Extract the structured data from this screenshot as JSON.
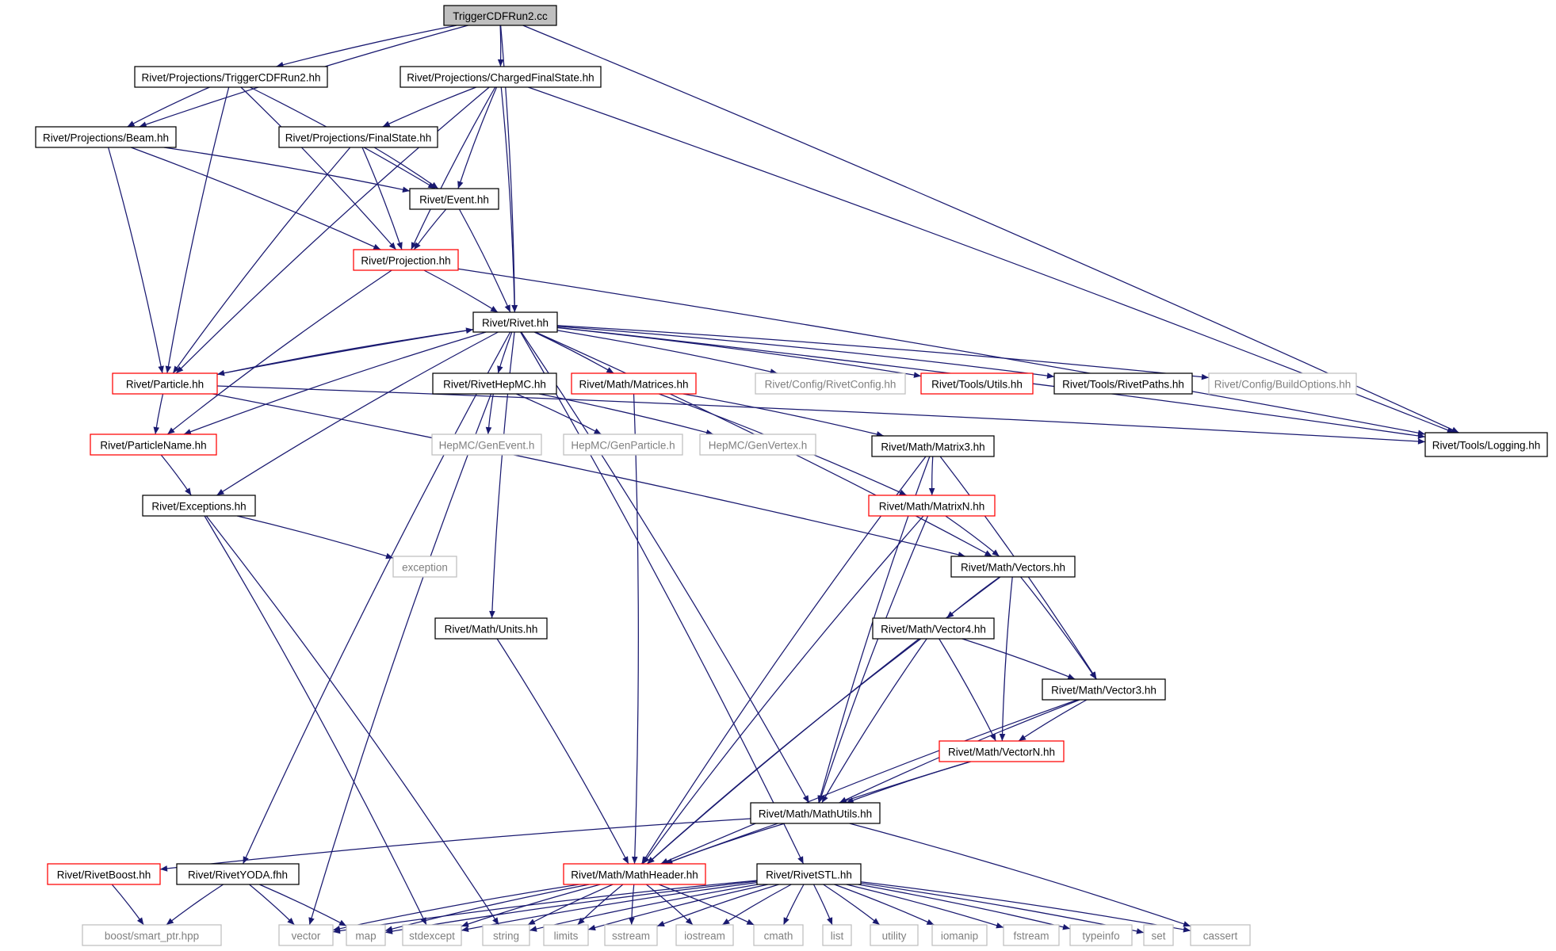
{
  "colors": {
    "edge": "#191970",
    "root_fill": "#bfbfbf",
    "border_default": "#000000",
    "border_red": "#ff0000",
    "border_gray": "#bfbfbf",
    "text_default": "#000000",
    "text_gray": "#808080"
  },
  "nodes": [
    {
      "id": "root",
      "label": "TriggerCDFRun2.cc",
      "style": "root"
    },
    {
      "id": "trig",
      "label": "Rivet/Projections/TriggerCDFRun2.hh",
      "style": "black"
    },
    {
      "id": "cfs",
      "label": "Rivet/Projections/ChargedFinalState.hh",
      "style": "black"
    },
    {
      "id": "beam",
      "label": "Rivet/Projections/Beam.hh",
      "style": "black"
    },
    {
      "id": "fs",
      "label": "Rivet/Projections/FinalState.hh",
      "style": "black"
    },
    {
      "id": "event",
      "label": "Rivet/Event.hh",
      "style": "black"
    },
    {
      "id": "proj",
      "label": "Rivet/Projection.hh",
      "style": "red"
    },
    {
      "id": "rivet",
      "label": "Rivet/Rivet.hh",
      "style": "black"
    },
    {
      "id": "particle",
      "label": "Rivet/Particle.hh",
      "style": "red"
    },
    {
      "id": "hepmc",
      "label": "Rivet/RivetHepMC.hh",
      "style": "black"
    },
    {
      "id": "matrices",
      "label": "Rivet/Math/Matrices.hh",
      "style": "red"
    },
    {
      "id": "rivetconfig",
      "label": "Rivet/Config/RivetConfig.hh",
      "style": "gray"
    },
    {
      "id": "utils",
      "label": "Rivet/Tools/Utils.hh",
      "style": "red"
    },
    {
      "id": "rivetpaths",
      "label": "Rivet/Tools/RivetPaths.hh",
      "style": "black"
    },
    {
      "id": "buildopts",
      "label": "Rivet/Config/BuildOptions.hh",
      "style": "gray"
    },
    {
      "id": "logging",
      "label": "Rivet/Tools/Logging.hh",
      "style": "black"
    },
    {
      "id": "pname",
      "label": "Rivet/ParticleName.hh",
      "style": "red"
    },
    {
      "id": "genevent",
      "label": "HepMC/GenEvent.h",
      "style": "gray"
    },
    {
      "id": "genparticle",
      "label": "HepMC/GenParticle.h",
      "style": "gray"
    },
    {
      "id": "genvertex",
      "label": "HepMC/GenVertex.h",
      "style": "gray"
    },
    {
      "id": "matrix3",
      "label": "Rivet/Math/Matrix3.hh",
      "style": "black"
    },
    {
      "id": "exceptions",
      "label": "Rivet/Exceptions.hh",
      "style": "black"
    },
    {
      "id": "matrixn",
      "label": "Rivet/Math/MatrixN.hh",
      "style": "red"
    },
    {
      "id": "exception",
      "label": "exception",
      "style": "gray"
    },
    {
      "id": "vectors",
      "label": "Rivet/Math/Vectors.hh",
      "style": "black"
    },
    {
      "id": "units",
      "label": "Rivet/Math/Units.hh",
      "style": "black"
    },
    {
      "id": "vector4",
      "label": "Rivet/Math/Vector4.hh",
      "style": "black"
    },
    {
      "id": "vector3",
      "label": "Rivet/Math/Vector3.hh",
      "style": "black"
    },
    {
      "id": "vectorn",
      "label": "Rivet/Math/VectorN.hh",
      "style": "red"
    },
    {
      "id": "mathutils",
      "label": "Rivet/Math/MathUtils.hh",
      "style": "black"
    },
    {
      "id": "boost",
      "label": "Rivet/RivetBoost.hh",
      "style": "red"
    },
    {
      "id": "yoda",
      "label": "Rivet/RivetYODA.fhh",
      "style": "black"
    },
    {
      "id": "mathheader",
      "label": "Rivet/Math/MathHeader.hh",
      "style": "red"
    },
    {
      "id": "stl",
      "label": "Rivet/RivetSTL.hh",
      "style": "black"
    },
    {
      "id": "smartptr",
      "label": "boost/smart_ptr.hpp",
      "style": "gray"
    },
    {
      "id": "vector",
      "label": "vector",
      "style": "gray"
    },
    {
      "id": "map",
      "label": "map",
      "style": "gray"
    },
    {
      "id": "stdexcept",
      "label": "stdexcept",
      "style": "gray"
    },
    {
      "id": "string",
      "label": "string",
      "style": "gray"
    },
    {
      "id": "limits",
      "label": "limits",
      "style": "gray"
    },
    {
      "id": "sstream",
      "label": "sstream",
      "style": "gray"
    },
    {
      "id": "iostream",
      "label": "iostream",
      "style": "gray"
    },
    {
      "id": "cmath",
      "label": "cmath",
      "style": "gray"
    },
    {
      "id": "list",
      "label": "list",
      "style": "gray"
    },
    {
      "id": "utility",
      "label": "utility",
      "style": "gray"
    },
    {
      "id": "iomanip",
      "label": "iomanip",
      "style": "gray"
    },
    {
      "id": "fstream",
      "label": "fstream",
      "style": "gray"
    },
    {
      "id": "typeinfo",
      "label": "typeinfo",
      "style": "gray"
    },
    {
      "id": "set",
      "label": "set",
      "style": "gray"
    },
    {
      "id": "cassert",
      "label": "cassert",
      "style": "gray"
    }
  ],
  "edges": [
    [
      "root",
      "trig"
    ],
    [
      "root",
      "cfs"
    ],
    [
      "root",
      "beam"
    ],
    [
      "root",
      "rivet"
    ],
    [
      "root",
      "logging"
    ],
    [
      "trig",
      "beam"
    ],
    [
      "trig",
      "event"
    ],
    [
      "trig",
      "proj"
    ],
    [
      "trig",
      "particle"
    ],
    [
      "cfs",
      "fs"
    ],
    [
      "cfs",
      "event"
    ],
    [
      "cfs",
      "proj"
    ],
    [
      "cfs",
      "rivet"
    ],
    [
      "cfs",
      "particle"
    ],
    [
      "cfs",
      "logging"
    ],
    [
      "beam",
      "event"
    ],
    [
      "beam",
      "proj"
    ],
    [
      "beam",
      "particle"
    ],
    [
      "fs",
      "event"
    ],
    [
      "fs",
      "proj"
    ],
    [
      "fs",
      "particle"
    ],
    [
      "event",
      "proj"
    ],
    [
      "event",
      "rivet"
    ],
    [
      "proj",
      "rivet"
    ],
    [
      "proj",
      "pname"
    ],
    [
      "proj",
      "logging"
    ],
    [
      "rivet",
      "particle"
    ],
    [
      "rivet",
      "hepmc"
    ],
    [
      "rivet",
      "matrices"
    ],
    [
      "rivet",
      "rivetconfig"
    ],
    [
      "rivet",
      "utils"
    ],
    [
      "rivet",
      "rivetpaths"
    ],
    [
      "rivet",
      "buildopts"
    ],
    [
      "rivet",
      "logging"
    ],
    [
      "rivet",
      "pname"
    ],
    [
      "rivet",
      "exceptions"
    ],
    [
      "rivet",
      "units"
    ],
    [
      "rivet",
      "mathutils"
    ],
    [
      "rivet",
      "yoda"
    ],
    [
      "rivet",
      "stl"
    ],
    [
      "rivet",
      "vectors"
    ],
    [
      "particle",
      "rivet"
    ],
    [
      "particle",
      "pname"
    ],
    [
      "particle",
      "logging"
    ],
    [
      "particle",
      "vectors"
    ],
    [
      "hepmc",
      "genevent"
    ],
    [
      "hepmc",
      "genparticle"
    ],
    [
      "hepmc",
      "genvertex"
    ],
    [
      "hepmc",
      "vector"
    ],
    [
      "matrices",
      "matrix3"
    ],
    [
      "matrices",
      "matrixn"
    ],
    [
      "matrices",
      "mathheader"
    ],
    [
      "pname",
      "exceptions"
    ],
    [
      "exceptions",
      "exception"
    ],
    [
      "exceptions",
      "stdexcept"
    ],
    [
      "exceptions",
      "string"
    ],
    [
      "matrix3",
      "matrixn"
    ],
    [
      "matrix3",
      "mathutils"
    ],
    [
      "matrix3",
      "vector3"
    ],
    [
      "matrix3",
      "mathheader"
    ],
    [
      "matrixn",
      "vectors"
    ],
    [
      "matrixn",
      "mathutils"
    ],
    [
      "matrixn",
      "mathheader"
    ],
    [
      "vectors",
      "vector4"
    ],
    [
      "vectors",
      "vector3"
    ],
    [
      "vectors",
      "vectorn"
    ],
    [
      "vectors",
      "mathheader"
    ],
    [
      "units",
      "mathheader"
    ],
    [
      "vector4",
      "vector3"
    ],
    [
      "vector4",
      "vectorn"
    ],
    [
      "vector4",
      "mathutils"
    ],
    [
      "vector4",
      "mathheader"
    ],
    [
      "vector3",
      "vectorn"
    ],
    [
      "vector3",
      "mathutils"
    ],
    [
      "vector3",
      "mathheader"
    ],
    [
      "vectorn",
      "mathutils"
    ],
    [
      "vectorn",
      "mathheader"
    ],
    [
      "mathutils",
      "boost"
    ],
    [
      "mathutils",
      "mathheader"
    ],
    [
      "mathutils",
      "cassert"
    ],
    [
      "boost",
      "smartptr"
    ],
    [
      "yoda",
      "smartptr"
    ],
    [
      "yoda",
      "vector"
    ],
    [
      "yoda",
      "map"
    ],
    [
      "mathheader",
      "stdexcept"
    ],
    [
      "mathheader",
      "string"
    ],
    [
      "mathheader",
      "limits"
    ],
    [
      "mathheader",
      "sstream"
    ],
    [
      "mathheader",
      "iostream"
    ],
    [
      "mathheader",
      "cmath"
    ],
    [
      "mathheader",
      "map"
    ],
    [
      "mathheader",
      "vector"
    ],
    [
      "stl",
      "vector"
    ],
    [
      "stl",
      "map"
    ],
    [
      "stl",
      "stdexcept"
    ],
    [
      "stl",
      "string"
    ],
    [
      "stl",
      "limits"
    ],
    [
      "stl",
      "sstream"
    ],
    [
      "stl",
      "iostream"
    ],
    [
      "stl",
      "cmath"
    ],
    [
      "stl",
      "list"
    ],
    [
      "stl",
      "utility"
    ],
    [
      "stl",
      "iomanip"
    ],
    [
      "stl",
      "fstream"
    ],
    [
      "stl",
      "typeinfo"
    ],
    [
      "stl",
      "set"
    ],
    [
      "stl",
      "cassert"
    ]
  ]
}
